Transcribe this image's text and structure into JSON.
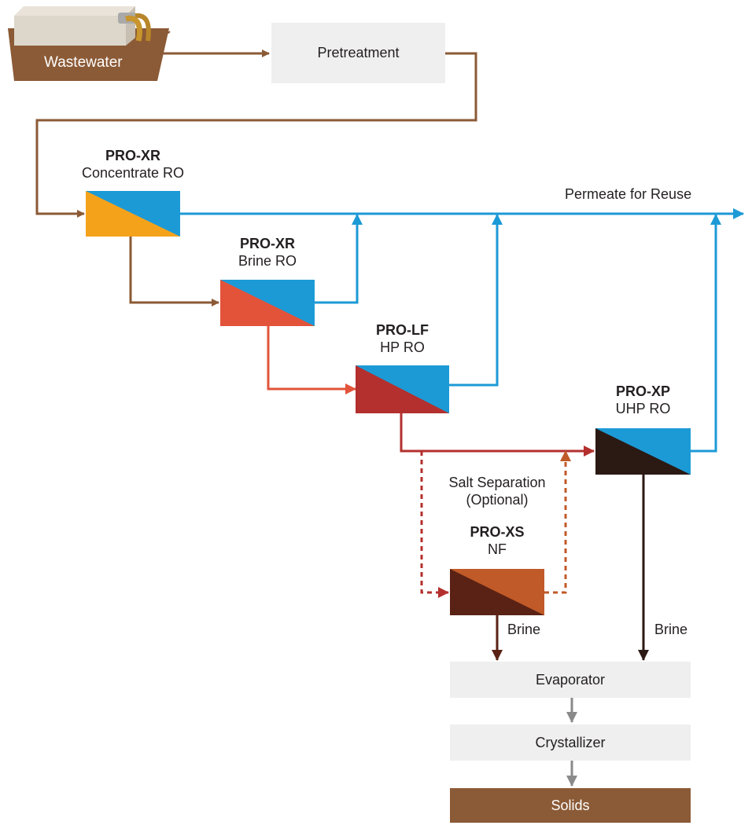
{
  "colors": {
    "permeate": "#1c9ad6",
    "feed": "#8b5a36",
    "brine_ro": "#e2533a",
    "hp_ro": "#b3302e",
    "uhp_ro": "#2b1914",
    "nf_dark": "#5a2214",
    "nf_light": "#c05a28",
    "concentrate": "#f5a21b",
    "process_box": "#efefef",
    "gray_arrow": "#8a8a8a",
    "solids": "#8b5a36"
  },
  "source": {
    "label": "Wastewater"
  },
  "pretreatment": {
    "label": "Pretreatment"
  },
  "permeate": {
    "label": "Permeate for Reuse"
  },
  "units": {
    "concentrate_ro": {
      "product": "PRO-XR",
      "name": "Concentrate RO"
    },
    "brine_ro": {
      "product": "PRO-XR",
      "name": "Brine RO"
    },
    "hp_ro": {
      "product": "PRO-LF",
      "name": "HP RO"
    },
    "uhp_ro": {
      "product": "PRO-XP",
      "name": "UHP RO"
    },
    "nf": {
      "product": "PRO-XS",
      "name": "NF"
    }
  },
  "salt_separation": {
    "line1": "Salt Separation",
    "line2": "(Optional)"
  },
  "brine_labels": {
    "nf": "Brine",
    "uhp": "Brine"
  },
  "evaporator": {
    "label": "Evaporator"
  },
  "crystallizer": {
    "label": "Crystallizer"
  },
  "solids": {
    "label": "Solids"
  }
}
